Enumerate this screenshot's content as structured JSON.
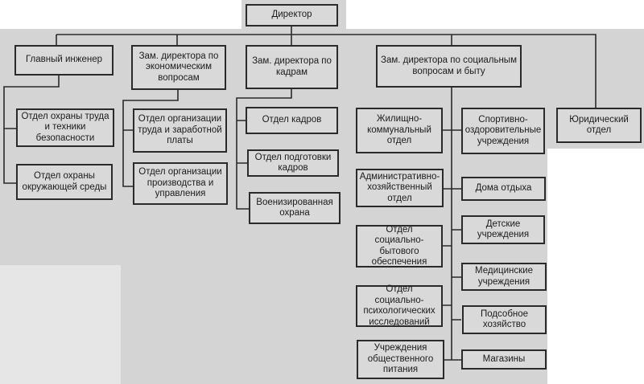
{
  "director": "Директор",
  "deputies": {
    "chief_engineer": "Главный инженер",
    "economics": "Зам. директора по экономическим вопросам",
    "personnel": "Зам. директора по кадрам",
    "social": "Зам. директора по социальным вопросам и быту"
  },
  "legal": "Юридический отдел",
  "engineer_units": [
    "Отдел охраны труда и техники безопасности",
    "Отдел охраны окружающей среды"
  ],
  "economics_units": [
    "Отдел организации труда и заработной платы",
    "Отдел организации производства и управления"
  ],
  "personnel_units": [
    "Отдел кадров",
    "Отдел подготовки кадров",
    "Военизированная охрана"
  ],
  "social_left_units": [
    "Жилищно-коммунальный отдел",
    "Административно-хозяйственный отдел",
    "Отдел социально-бытового обеспечения",
    "Отдел социально-психологических исследований",
    "Учреждения общественного питания"
  ],
  "social_right_units": [
    "Спортивно-оздоровительные учреждения",
    "Дома отдыха",
    "Детские учреждения",
    "Медицинские учреждения",
    "Подсобное хозяйство",
    "Магазины"
  ]
}
